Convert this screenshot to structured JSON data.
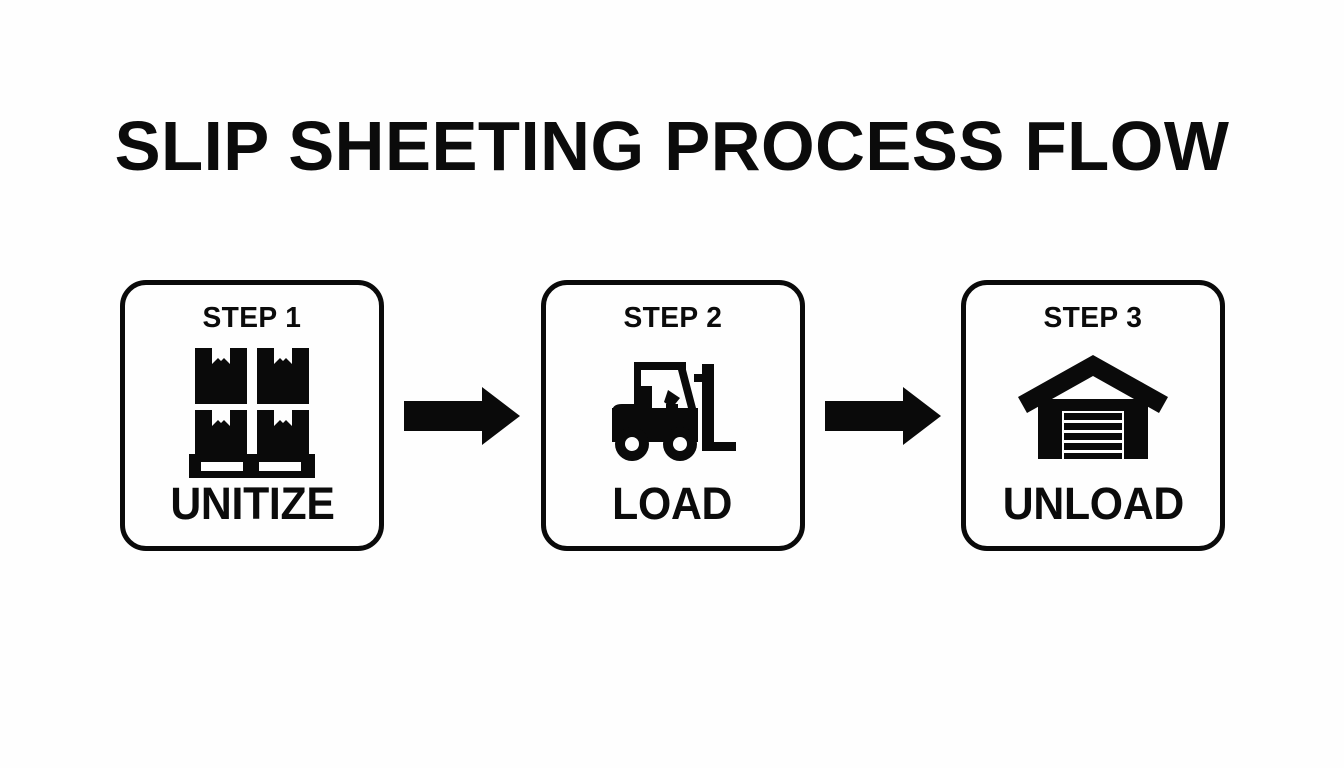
{
  "page": {
    "title": "SLIP SHEETING PROCESS FLOW",
    "background_color": "#fefefe",
    "ink_color": "#0a0a0a"
  },
  "flow": {
    "type": "process-flow",
    "orientation": "horizontal",
    "steps": [
      {
        "step_label": "STEP 1",
        "name": "UNITIZE",
        "icon": "palletized-boxes-icon"
      },
      {
        "step_label": "STEP 2",
        "name": "LOAD",
        "icon": "forklift-icon"
      },
      {
        "step_label": "STEP 3",
        "name": "UNLOAD",
        "icon": "warehouse-icon"
      }
    ],
    "connectors": [
      {
        "icon": "arrow-right-icon",
        "from": "STEP 1",
        "to": "STEP 2"
      },
      {
        "icon": "arrow-right-icon",
        "from": "STEP 2",
        "to": "STEP 3"
      }
    ]
  }
}
